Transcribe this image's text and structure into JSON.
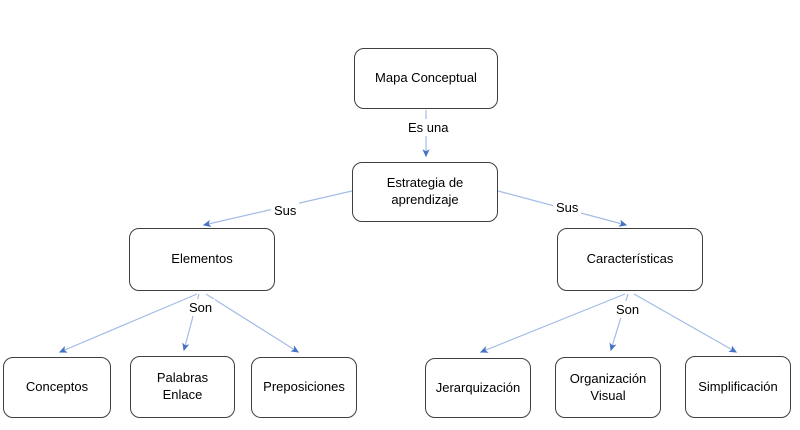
{
  "diagram": {
    "type": "concept-map",
    "nodes": [
      {
        "id": "mapa-conceptual",
        "label": "Mapa Conceptual"
      },
      {
        "id": "estrategia-de-aprendizaje",
        "label": "Estrategia de aprendizaje"
      },
      {
        "id": "elementos",
        "label": "Elementos"
      },
      {
        "id": "caracteristicas",
        "label": "Características"
      },
      {
        "id": "conceptos",
        "label": "Conceptos"
      },
      {
        "id": "palabras-enlace",
        "label": "Palabras Enlace"
      },
      {
        "id": "preposiciones",
        "label": "Preposiciones"
      },
      {
        "id": "jerarquizacion",
        "label": "Jerarquización"
      },
      {
        "id": "organizacion-visual",
        "label": "Organización Visual"
      },
      {
        "id": "simplificacion",
        "label": "Simplificación"
      }
    ],
    "edge_labels": [
      {
        "id": "es-una",
        "text": "Es una"
      },
      {
        "id": "sus-left",
        "text": "Sus"
      },
      {
        "id": "sus-right",
        "text": "Sus"
      },
      {
        "id": "son-left",
        "text": "Son"
      },
      {
        "id": "son-right",
        "text": "Son"
      }
    ],
    "edges": [
      {
        "from": "Mapa Conceptual",
        "to": "Estrategia de aprendizaje",
        "label": "Es una"
      },
      {
        "from": "Estrategia de aprendizaje",
        "to": "Elementos",
        "label": "Sus"
      },
      {
        "from": "Estrategia de aprendizaje",
        "to": "Características",
        "label": "Sus"
      },
      {
        "from": "Elementos",
        "to": "Conceptos",
        "label": "Son"
      },
      {
        "from": "Elementos",
        "to": "Palabras Enlace",
        "label": "Son"
      },
      {
        "from": "Elementos",
        "to": "Preposiciones",
        "label": "Son"
      },
      {
        "from": "Características",
        "to": "Jerarquización",
        "label": "Son"
      },
      {
        "from": "Características",
        "to": "Organización Visual",
        "label": "Son"
      },
      {
        "from": "Características",
        "to": "Simplificación",
        "label": "Son"
      }
    ],
    "colors": {
      "connector_line": "#a3bce6",
      "arrowhead": "#4472c4",
      "node_border": "#3f3f3f",
      "node_fill": "#ffffff",
      "text": "#000000",
      "background": "#ffffff"
    }
  }
}
